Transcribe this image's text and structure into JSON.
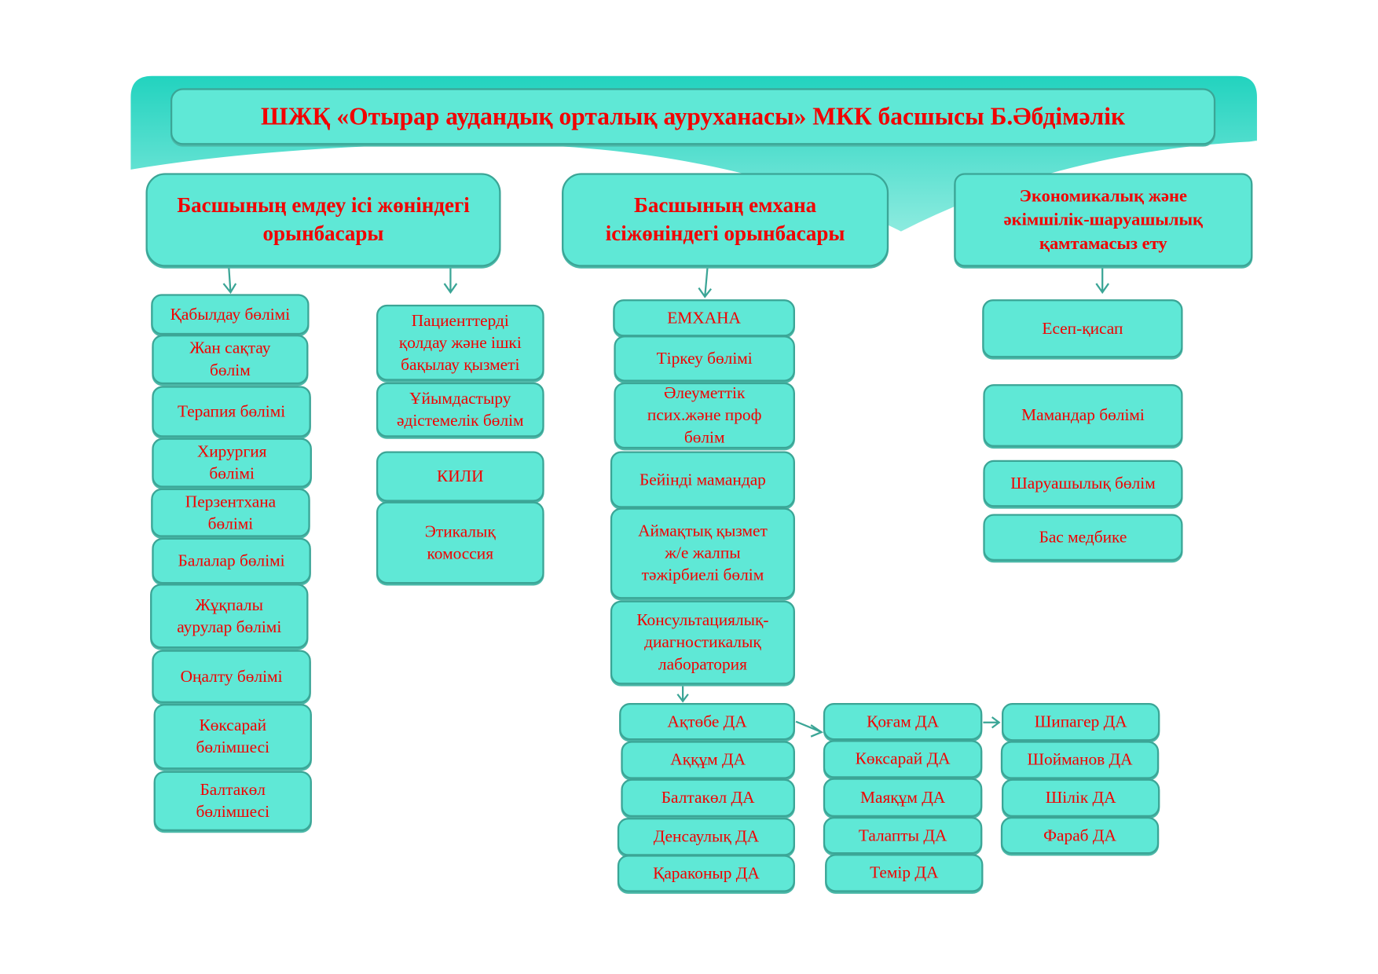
{
  "title": "ШЖҚ «Отырар аудандық орталық ауруханасы» МКК басшысы Б.Әбдімәлік",
  "deputies": [
    "Басшының емдеу ісі жөніндегі\nорынбасары",
    "Басшының емхана\nісіжөніндегі орынбасары",
    "Экономикалық және\nәкімшілік-шаруашылық\nқамтамасыз ету"
  ],
  "medical_departments": [
    "Қабылдау бөлімі",
    "Жан сақтау\nбөлім",
    "Терапия бөлімі",
    "Хирургия\nбөлімі",
    "Перзентхана\nбөлімі",
    "Балалар бөлімі",
    "Жұқпалы\nаурулар бөлімі",
    "Оңалту бөлімі",
    "Көксарай\nбөлімшесі",
    "Балтакөл\nбөлімшесі"
  ],
  "support_services": [
    "Пациенттерді\nқолдау және ішкі\nбақылау қызметі",
    "Ұйымдастыру\nәдістемелік бөлім",
    "КИЛИ",
    "Этикалық\nкомоссия"
  ],
  "polyclinic": [
    "ЕМХАНА",
    "Тіркеу бөлімі",
    "Әлеуметтік\nпсих.және проф\nбөлім",
    "Бейінді мамандар",
    "Аймақтық қызмет\nж/е жалпы\nтәжірбиелі бөлім",
    "Консультациялық-\nдиагностикалық\nлаборатория"
  ],
  "outpatient_col1": [
    "Ақтөбе ДА",
    "Аққұм ДА",
    "Балтакөл ДА",
    "Денсаулық ДА",
    "Қараконыр ДА"
  ],
  "outpatient_col2": [
    "Қоғам ДА",
    "Көксарай ДА",
    "Маяқұм ДА",
    "Талапты ДА",
    "Темір ДА"
  ],
  "outpatient_col3": [
    "Шипагер ДА",
    "Шойманов ДА",
    "Шілік ДА",
    "Фараб ДА"
  ],
  "economic": [
    "Есеп-қисап",
    "Мамандар бөлімі",
    "Шаруашылық бөлім",
    "Бас медбике"
  ],
  "colors": {
    "box": "#5fe8d6",
    "border": "#3ba596",
    "text": "#f20000",
    "banner": "#27d4c0"
  }
}
